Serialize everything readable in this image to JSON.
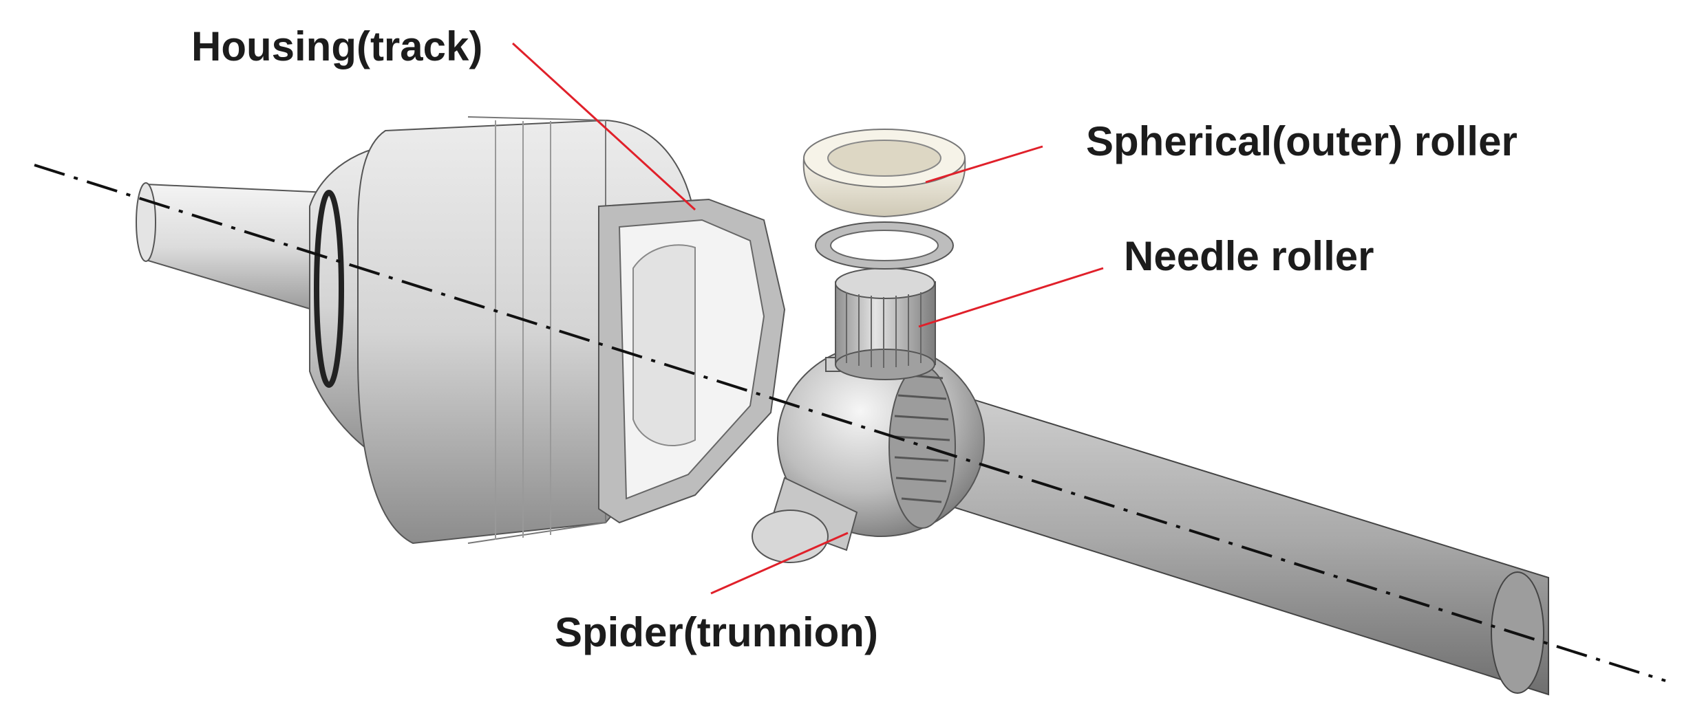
{
  "labels": {
    "housing": "Housing(track)",
    "spherical_roller": "Spherical(outer) roller",
    "needle_roller": "Needle roller",
    "spider": "Spider(trunnion)"
  },
  "colors": {
    "leader_line": "#e0202a",
    "axis_line": "#111111",
    "metal_light": "#f2f2f2",
    "metal_mid": "#c8c8c8",
    "metal_dark": "#8a8a8a",
    "roller_cream": "#ece8dc"
  }
}
